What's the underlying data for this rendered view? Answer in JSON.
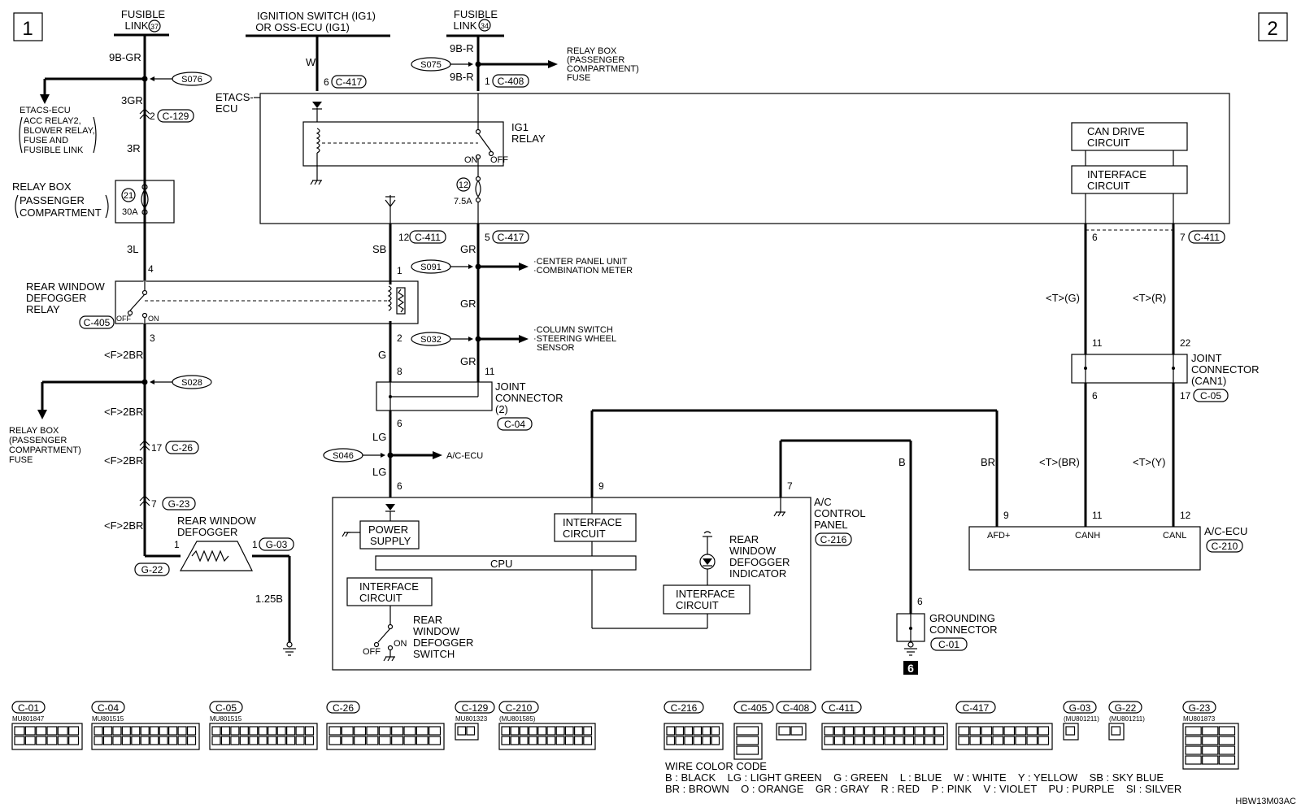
{
  "pages": {
    "left": "1",
    "right": "2"
  },
  "sources": {
    "fusible_link_37": [
      "FUSIBLE",
      "LINK",
      "37"
    ],
    "ignition_switch": [
      "IGNITION SWITCH (IG1)",
      "OR OSS-ECU (IG1)"
    ],
    "fusible_link_34": [
      "FUSIBLE",
      "LINK",
      "34"
    ]
  },
  "relay_box_fuse_ref": [
    "RELAY BOX",
    "(PASSENGER",
    "COMPARTMENT)",
    "FUSE"
  ],
  "etacs_ecu_ref": [
    "ETACS-ECU",
    "ACC RELAY2,",
    "BLOWER RELAY,",
    "FUSE AND",
    "FUSIBLE LINK"
  ],
  "etacs": {
    "label": [
      "ETACS-",
      "ECU"
    ],
    "ig1_relay": [
      "IG1",
      "RELAY"
    ],
    "on": "ON",
    "off": "OFF",
    "fuse_no": "12",
    "fuse_amp": "7.5A"
  },
  "relay_box": {
    "label": [
      "RELAY BOX",
      "PASSENGER",
      "COMPARTMENT"
    ],
    "fuse_no": "21",
    "fuse_amp": "30A"
  },
  "defogger_relay": {
    "label": [
      "REAR WINDOW",
      "DEFOGGER",
      "RELAY"
    ],
    "conn": "C-405",
    "off": "OFF",
    "on": "ON"
  },
  "defogger": {
    "label": [
      "REAR WINDOW",
      "DEFOGGER"
    ],
    "conn_left": "G-22",
    "conn_right": "G-03"
  },
  "joint_connector_2": {
    "label": [
      "JOINT",
      "CONNECTOR",
      "(2)"
    ],
    "conn": "C-04"
  },
  "joint_connector_can1": {
    "label": [
      "JOINT",
      "CONNECTOR",
      "(CAN1)"
    ],
    "conn": "C-05"
  },
  "can": {
    "drive": [
      "CAN DRIVE",
      "CIRCUIT"
    ],
    "interface": [
      "INTERFACE",
      "CIRCUIT"
    ]
  },
  "ac_panel": {
    "label": [
      "A/C",
      "CONTROL",
      "PANEL"
    ],
    "conn": "C-216",
    "power_supply": [
      "POWER",
      "SUPPLY"
    ],
    "interface": [
      "INTERFACE",
      "CIRCUIT"
    ],
    "cpu": "CPU",
    "indicator": [
      "REAR",
      "WINDOW",
      "DEFOGGER",
      "INDICATOR"
    ],
    "switch": [
      "REAR",
      "WINDOW",
      "DEFOGGER",
      "SWITCH"
    ],
    "off": "OFF",
    "on": "ON"
  },
  "ac_ecu": {
    "label": "A/C-ECU",
    "conn": "C-210",
    "afd": "AFD+",
    "canh": "CANH",
    "canl": "CANL"
  },
  "grounding": {
    "label": [
      "GROUNDING",
      "CONNECTOR"
    ],
    "conn": "C-01",
    "ground_no": "6"
  },
  "wires": {
    "w9bgr": "9B-GR",
    "w3gr": "3GR",
    "w3r": "3R",
    "w3l": "3L",
    "wf2br": "<F>2BR",
    "w125b": "1.25B",
    "ww": "W",
    "wsb": "SB",
    "wg": "G",
    "wlg": "LG",
    "w9br": "9B-R",
    "wgr": "GR",
    "wbr": "BR",
    "wb": "B",
    "wtg": "<T>(G)",
    "wtr": "<T>(R)",
    "wtbr": "<T>(BR)",
    "wty": "<T>(Y)"
  },
  "splices": {
    "s076": "S076",
    "s028": "S028",
    "s075": "S075",
    "s091": "S091",
    "s032": "S032",
    "s046": "S046"
  },
  "connectors": {
    "c129": "C-129",
    "c26": "C-26",
    "g23": "G-23",
    "c417": "C-417",
    "c408": "C-408",
    "c411": "C-411",
    "c417b": "C-417",
    "c411b": "C-411",
    "c05b": "C-05"
  },
  "pins": {
    "p2": "2",
    "p4": "4",
    "p3": "3",
    "p17": "17",
    "p7": "7",
    "p1a": "1",
    "p1b": "1",
    "p6a": "6",
    "p12": "12",
    "p1c": "1",
    "p2b": "2",
    "p8": "8",
    "p6b": "6",
    "p6c": "6",
    "p1d": "1",
    "p5": "5",
    "p11a": "11",
    "p9a": "9",
    "p7b": "7",
    "p6d": "6",
    "p6e": "6",
    "p7c": "7",
    "p11b": "11",
    "p22": "22",
    "p6f": "6",
    "p17b": "17",
    "p9b": "9",
    "p11c": "11",
    "p12b": "12"
  },
  "destinations": {
    "relay_box_fuse": [
      "RELAY BOX",
      "(PASSENGER",
      "COMPARTMENT)",
      "FUSE"
    ],
    "s091": [
      "·CENTER PANEL UNIT",
      "·COMBINATION METER"
    ],
    "s032": [
      "·COLUMN SWITCH",
      "·STEERING WHEEL",
      "SENSOR"
    ],
    "s046": "A/C-ECU",
    "s028": [
      "RELAY BOX",
      "(PASSENGER",
      "COMPARTMENT)",
      "FUSE"
    ]
  },
  "connector_views": [
    {
      "code": "C-01",
      "part": "MU801847"
    },
    {
      "code": "C-04",
      "part": "MU801515"
    },
    {
      "code": "C-05",
      "part": "MU801515"
    },
    {
      "code": "C-26",
      "part": ""
    },
    {
      "code": "C-129",
      "part": "MU801323"
    },
    {
      "code": "C-210",
      "part": "(MU801585)"
    },
    {
      "code": "C-216",
      "part": ""
    },
    {
      "code": "C-405",
      "part": ""
    },
    {
      "code": "C-408",
      "part": ""
    },
    {
      "code": "C-411",
      "part": ""
    },
    {
      "code": "C-417",
      "part": ""
    },
    {
      "code": "G-03",
      "part": "(MU801211)"
    },
    {
      "code": "G-22",
      "part": "(MU801211)"
    },
    {
      "code": "G-23",
      "part": "MU801873"
    }
  ],
  "wire_color_code": {
    "title": "WIRE COLOR CODE",
    "line1": "B : BLACK    LG : LIGHT GREEN    G : GREEN    L : BLUE    W : WHITE    Y : YELLOW    SB : SKY BLUE",
    "line2": "BR : BROWN    O : ORANGE    GR : GRAY    R : RED    P : PINK    V : VIOLET    PU : PURPLE    SI : SILVER"
  },
  "drawing_code": "HBW13M03AC"
}
